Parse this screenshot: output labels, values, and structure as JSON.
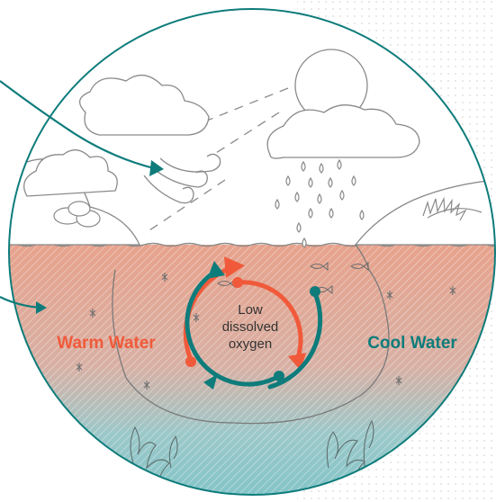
{
  "labels": {
    "warm_water": "Warm Water",
    "cool_water": "Cool Water",
    "center_line1": "Low",
    "center_line2": "dissolved",
    "center_line3": "oxygen"
  },
  "colors": {
    "teal": "#0e7c7b",
    "orange": "#f05a3a",
    "line_gray": "#8a8a8a",
    "warm_tint": "#e8a58e",
    "cool_tint": "#7fc3c8"
  },
  "icons": [
    "wind-icon",
    "sun-icon",
    "cloud-icon",
    "rain-drop-icon",
    "fish-icon",
    "seaweed-icon",
    "mountain-icon"
  ]
}
